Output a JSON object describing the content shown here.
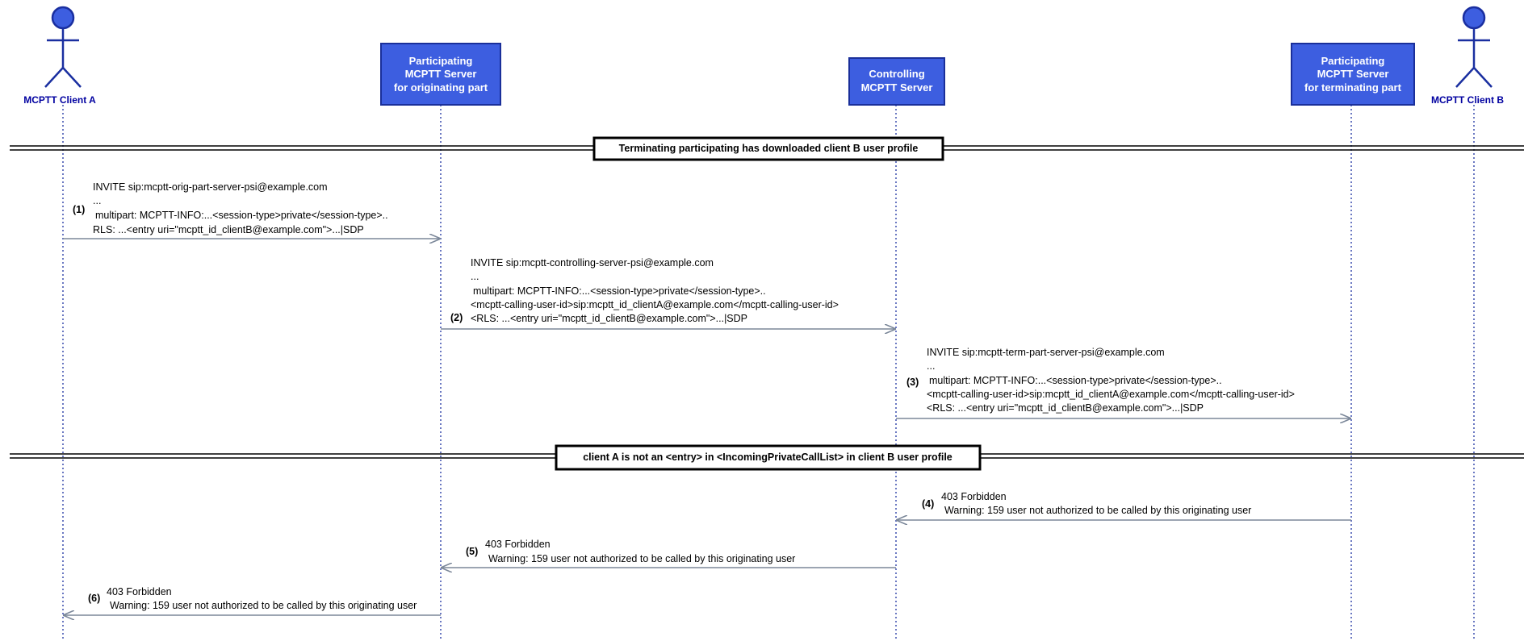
{
  "participants": {
    "client_a": "MCPTT Client A",
    "orig_server": [
      "Participating",
      "MCPTT Server",
      "for originating part"
    ],
    "ctrl_server": [
      "Controlling",
      "MCPTT Server"
    ],
    "term_server": [
      "Participating",
      "MCPTT Server",
      "for terminating part"
    ],
    "client_b": "MCPTT Client B"
  },
  "notes": {
    "note1": "Terminating participating has downloaded client B user profile",
    "note2": "client A is not an <entry> in <IncomingPrivateCallList> in client B user profile"
  },
  "messages": [
    {
      "num": "(1)",
      "lines": [
        "INVITE sip:mcptt-orig-part-server-psi@example.com",
        "...",
        "multipart: MCPTT-INFO:...<session-type>private</session-type>..",
        "RLS: ...<entry uri=\"mcptt_id_clientB@example.com\">...|SDP"
      ]
    },
    {
      "num": "(2)",
      "lines": [
        "INVITE sip:mcptt-controlling-server-psi@example.com",
        "...",
        "multipart: MCPTT-INFO:...<session-type>private</session-type>..",
        "<mcptt-calling-user-id>sip:mcptt_id_clientA@example.com</mcptt-calling-user-id>",
        "<RLS: ...<entry uri=\"mcptt_id_clientB@example.com\">...|SDP"
      ]
    },
    {
      "num": "(3)",
      "lines": [
        "INVITE sip:mcptt-term-part-server-psi@example.com",
        "...",
        "multipart: MCPTT-INFO:...<session-type>private</session-type>..",
        "<mcptt-calling-user-id>sip:mcptt_id_clientA@example.com</mcptt-calling-user-id>",
        "<RLS: ...<entry uri=\"mcptt_id_clientB@example.com\">...|SDP"
      ]
    },
    {
      "num": "(4)",
      "lines": [
        "403 Forbidden",
        "Warning: 159 user not authorized to be called by this originating user"
      ]
    },
    {
      "num": "(5)",
      "lines": [
        "403 Forbidden",
        "Warning: 159 user not authorized to be called by this originating user"
      ]
    },
    {
      "num": "(6)",
      "lines": [
        "403 Forbidden",
        "Warning: 159 user not authorized to be called by this originating user"
      ]
    }
  ]
}
